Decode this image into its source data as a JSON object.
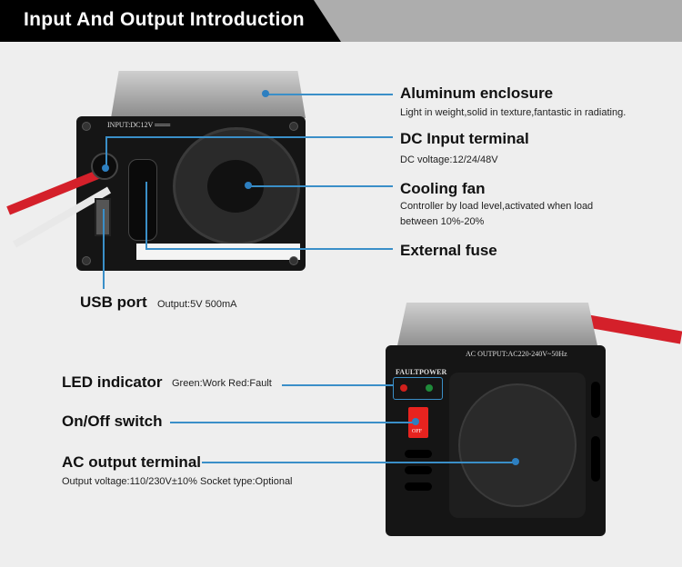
{
  "header": {
    "title": "Input And Output Introduction"
  },
  "device_top": {
    "input_label": "INPUT:DC12V ═══"
  },
  "device_bottom": {
    "output_label": "AC OUTPUT:AC220-240V~50Hz",
    "fault_label": "FAULT",
    "power_label": "POWER",
    "switch_label": "OFF"
  },
  "callouts": [
    {
      "title": "Aluminum enclosure",
      "desc": [
        "Light in weight,solid in texture,fantastic in radiating."
      ]
    },
    {
      "title": "DC Input terminal",
      "desc": [
        "DC voltage:12/24/48V"
      ]
    },
    {
      "title": "Cooling fan",
      "desc": [
        "Controller by load level,activated when load",
        "between 10%-20%"
      ]
    },
    {
      "title": "External fuse",
      "desc": []
    },
    {
      "title": "USB port",
      "desc": [
        "Output:5V 500mA"
      ]
    },
    {
      "title": "LED indicator",
      "desc": [
        "Green:Work  Red:Fault"
      ]
    },
    {
      "title": "On/Off switch",
      "desc": []
    },
    {
      "title": "AC output terminal",
      "desc": [
        "Output voltage:110/230V±10%  Socket type:Optional"
      ]
    }
  ],
  "colors": {
    "accent_line": "#3a8fc8",
    "led_fault": "#d0201c",
    "led_power": "#1f8a3a",
    "switch": "#e8231f"
  }
}
